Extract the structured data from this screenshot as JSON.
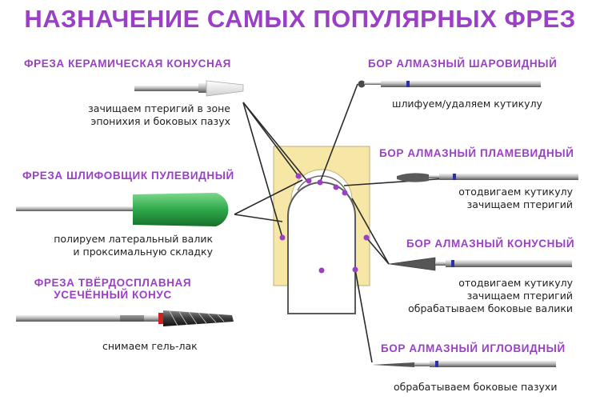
{
  "title": "НАЗНАЧЕНИЕ САМЫХ ПОПУЛЯРНЫХ ФРЕЗ",
  "colors": {
    "accent": "#9b3fc7",
    "nail_bed": "#f7e7a6",
    "point": "#9b3fc7",
    "line": "#2a2a2a"
  },
  "tools": [
    {
      "name": "ФРЕЗА КЕРАМИЧЕСКАЯ КОНУСНАЯ",
      "desc": [
        "зачищаем птеригий в зоне",
        "эпонихия и боковых пазух"
      ],
      "icon": "ceramic-cone-bit-icon"
    },
    {
      "name": "ФРЕЗА ШЛИФОВЩИК ПУЛЕВИДНЫЙ",
      "desc": [
        "полируем латеральный валик",
        "и проксимальную складку"
      ],
      "icon": "bullet-sander-bit-icon"
    },
    {
      "name_lines": [
        "ФРЕЗА ТВЁРДОСПЛАВНАЯ",
        "УСЕЧЁННЫЙ КОНУС"
      ],
      "desc": [
        "снимаем гель-лак"
      ],
      "icon": "carbide-truncated-cone-bit-icon"
    },
    {
      "name": "БОР АЛМАЗНЫЙ ШАРОВИДНЫЙ",
      "desc": [
        "шлифуем/удаляем кутикулу"
      ],
      "icon": "diamond-ball-bur-icon"
    },
    {
      "name": "БОР АЛМАЗНЫЙ ПЛАМЕВИДНЫЙ",
      "desc": [
        "отодвигаем кутикулу",
        "зачищаем птеригий"
      ],
      "icon": "diamond-flame-bur-icon"
    },
    {
      "name": "БОР АЛМАЗНЫЙ КОНУСНЫЙ",
      "desc": [
        "отодвигаем кутикулу",
        "зачищаем птеригий",
        "обрабатываем боковые валики"
      ],
      "icon": "diamond-cone-bur-icon"
    },
    {
      "name": "БОР АЛМАЗНЫЙ ИГЛОВИДНЫЙ",
      "desc": [
        "обрабатываем боковые пазухи"
      ],
      "icon": "diamond-needle-bur-icon"
    }
  ]
}
